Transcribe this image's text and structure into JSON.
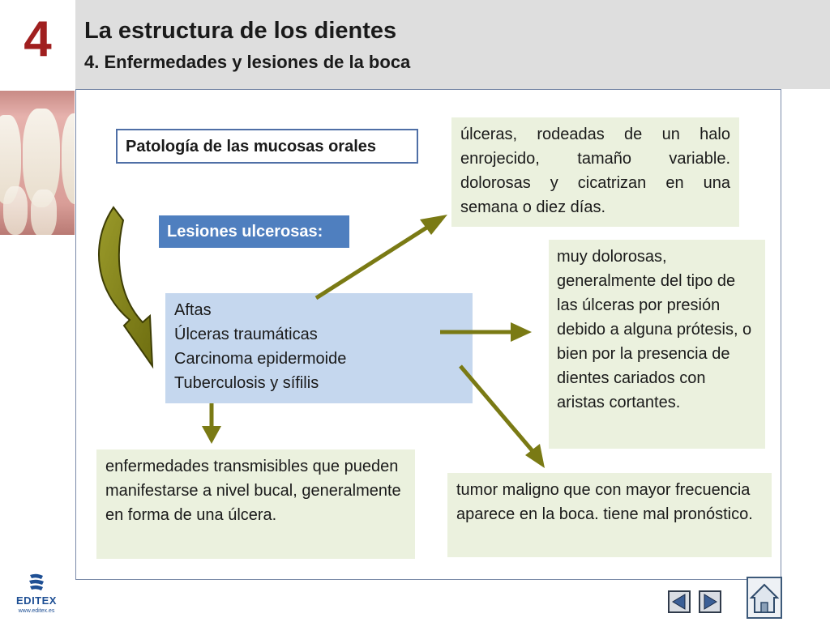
{
  "header": {
    "chapter_number": "4",
    "title": "La estructura de los dientes",
    "subtitle": "4. Enfermedades y lesiones de la boca"
  },
  "diagram": {
    "topic": "Patología de las mucosas orales",
    "category": "Lesiones ulcerosas:",
    "list_items": [
      "Aftas",
      "Úlceras traumáticas",
      "Carcinoma epidermoide",
      "Tuberculosis y sífilis"
    ],
    "ulcer_description": "úlceras, rodeadas de un halo enrojecido, tamaño variable. dolorosas y cicatrizan en una semana o diez días.",
    "traumatic_description": "muy dolorosas, generalmente del tipo de las úlceras por presión debido a alguna prótesis, o bien por la presencia de dientes cariados con aristas cortantes.",
    "infectious_description": "enfermedades transmisibles que pueden manifestarse a nivel bucal, generalmente en forma de una úlcera.",
    "carcinoma_description": "tumor maligno que con mayor frecuencia aparece en la boca. tiene mal pronóstico."
  },
  "logo": {
    "name": "EDITEX",
    "url": "www.editex.es"
  },
  "colors": {
    "chapter_number": "#a01f1f",
    "header_band": "#dedede",
    "topic_border": "#4f6fa6",
    "category_fill": "#4f7fbf",
    "list_fill": "#c5d7ee",
    "description_fill": "#ebf1de",
    "arrow": "#7a7a14"
  },
  "icons": {
    "prev": "triangle-left-icon",
    "next": "triangle-right-icon",
    "home": "house-icon",
    "curved_arrow": "curved-arrow-down-icon"
  }
}
